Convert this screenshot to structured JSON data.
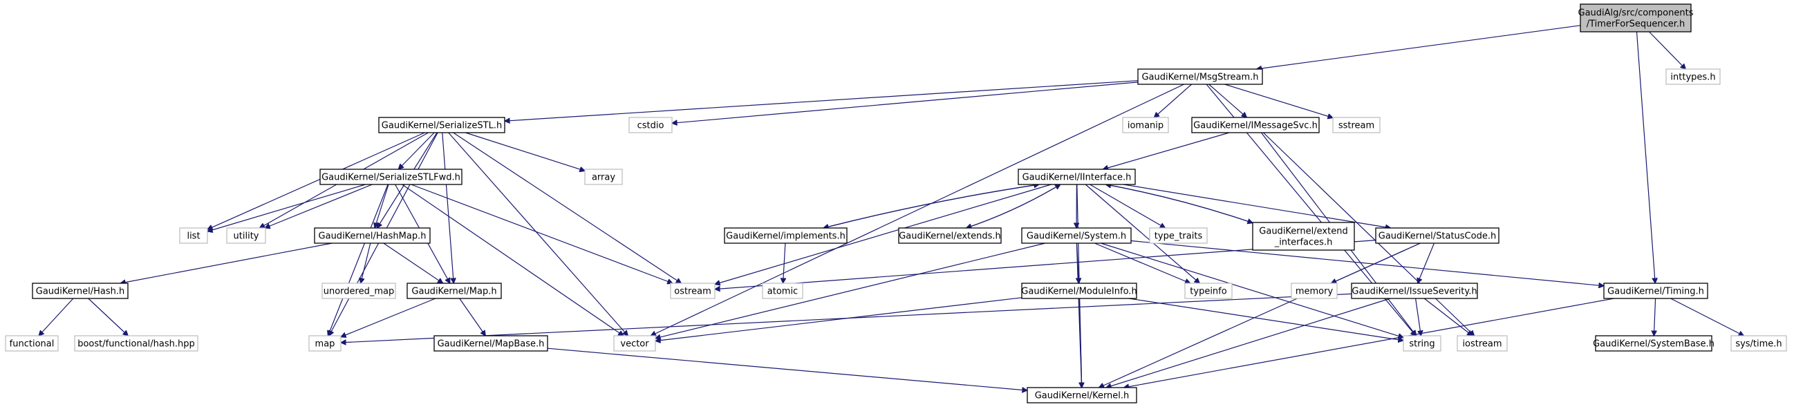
{
  "diagram": {
    "colors": {
      "root_fill": "#bfbfbf",
      "root_stroke": "#000000",
      "project_fill": "#ffffff",
      "project_stroke": "#000000",
      "system_fill": "#ffffff",
      "system_stroke": "#bfbfbf",
      "edge": "#191970"
    },
    "nodes": [
      {
        "id": "root",
        "kind": "root",
        "lines": [
          "GaudiAlg/src/components",
          "/TimerForSequencer.h"
        ]
      },
      {
        "id": "msgstream",
        "kind": "project",
        "lines": [
          "GaudiKernel/MsgStream.h"
        ]
      },
      {
        "id": "inttypes",
        "kind": "system",
        "lines": [
          "inttypes.h"
        ]
      },
      {
        "id": "serializestl",
        "kind": "project",
        "lines": [
          "GaudiKernel/SerializeSTL.h"
        ]
      },
      {
        "id": "cstdio",
        "kind": "system",
        "lines": [
          "cstdio"
        ]
      },
      {
        "id": "iomanip",
        "kind": "system",
        "lines": [
          "iomanip"
        ]
      },
      {
        "id": "imessagesvc",
        "kind": "project",
        "lines": [
          "GaudiKernel/IMessageSvc.h"
        ]
      },
      {
        "id": "sstream",
        "kind": "system",
        "lines": [
          "sstream"
        ]
      },
      {
        "id": "array",
        "kind": "system",
        "lines": [
          "array"
        ]
      },
      {
        "id": "serializestlfwd",
        "kind": "project",
        "lines": [
          "GaudiKernel/SerializeSTLFwd.h"
        ]
      },
      {
        "id": "iinterface",
        "kind": "project",
        "lines": [
          "GaudiKernel/IInterface.h"
        ]
      },
      {
        "id": "list",
        "kind": "system",
        "lines": [
          "list"
        ]
      },
      {
        "id": "utility",
        "kind": "system",
        "lines": [
          "utility"
        ]
      },
      {
        "id": "hashmap",
        "kind": "project",
        "lines": [
          "GaudiKernel/HashMap.h"
        ]
      },
      {
        "id": "implements",
        "kind": "project",
        "lines": [
          "GaudiKernel/implements.h"
        ]
      },
      {
        "id": "extends",
        "kind": "project",
        "lines": [
          "GaudiKernel/extends.h"
        ]
      },
      {
        "id": "system",
        "kind": "project",
        "lines": [
          "GaudiKernel/System.h"
        ]
      },
      {
        "id": "typetraits",
        "kind": "system",
        "lines": [
          "type_traits"
        ]
      },
      {
        "id": "extendinterfaces",
        "kind": "project",
        "lines": [
          "GaudiKernel/extend",
          "_interfaces.h"
        ]
      },
      {
        "id": "statuscode",
        "kind": "project",
        "lines": [
          "GaudiKernel/StatusCode.h"
        ]
      },
      {
        "id": "hash",
        "kind": "project",
        "lines": [
          "GaudiKernel/Hash.h"
        ]
      },
      {
        "id": "unorderedmap",
        "kind": "system",
        "lines": [
          "unordered_map"
        ]
      },
      {
        "id": "mapheader",
        "kind": "project",
        "lines": [
          "GaudiKernel/Map.h"
        ]
      },
      {
        "id": "ostream",
        "kind": "system",
        "lines": [
          "ostream"
        ]
      },
      {
        "id": "atomic",
        "kind": "system",
        "lines": [
          "atomic"
        ]
      },
      {
        "id": "moduleinfo",
        "kind": "project",
        "lines": [
          "GaudiKernel/ModuleInfo.h"
        ]
      },
      {
        "id": "typeinfo",
        "kind": "system",
        "lines": [
          "typeinfo"
        ]
      },
      {
        "id": "memory",
        "kind": "system",
        "lines": [
          "memory"
        ]
      },
      {
        "id": "issueseverity",
        "kind": "project",
        "lines": [
          "GaudiKernel/IssueSeverity.h"
        ]
      },
      {
        "id": "timing",
        "kind": "project",
        "lines": [
          "GaudiKernel/Timing.h"
        ]
      },
      {
        "id": "functional",
        "kind": "system",
        "lines": [
          "functional"
        ]
      },
      {
        "id": "boosthash",
        "kind": "system",
        "lines": [
          "boost/functional/hash.hpp"
        ]
      },
      {
        "id": "map",
        "kind": "system",
        "lines": [
          "map"
        ]
      },
      {
        "id": "vector",
        "kind": "system",
        "lines": [
          "vector"
        ]
      },
      {
        "id": "mapbase",
        "kind": "project",
        "lines": [
          "GaudiKernel/MapBase.h"
        ]
      },
      {
        "id": "string",
        "kind": "system",
        "lines": [
          "string"
        ]
      },
      {
        "id": "iostream",
        "kind": "system",
        "lines": [
          "iostream"
        ]
      },
      {
        "id": "systembase",
        "kind": "project",
        "lines": [
          "GaudiKernel/SystemBase.h"
        ]
      },
      {
        "id": "systime",
        "kind": "system",
        "lines": [
          "sys/time.h"
        ]
      },
      {
        "id": "kernel",
        "kind": "project",
        "lines": [
          "GaudiKernel/Kernel.h"
        ]
      }
    ],
    "edges": [
      [
        "root",
        "msgstream"
      ],
      [
        "root",
        "inttypes"
      ],
      [
        "root",
        "timing"
      ],
      [
        "msgstream",
        "serializestl"
      ],
      [
        "msgstream",
        "cstdio"
      ],
      [
        "msgstream",
        "iomanip"
      ],
      [
        "msgstream",
        "imessagesvc"
      ],
      [
        "msgstream",
        "sstream"
      ],
      [
        "msgstream",
        "vector"
      ],
      [
        "msgstream",
        "string"
      ],
      [
        "serializestl",
        "array"
      ],
      [
        "serializestl",
        "serializestlfwd"
      ],
      [
        "serializestl",
        "list"
      ],
      [
        "serializestl",
        "utility"
      ],
      [
        "serializestl",
        "hashmap"
      ],
      [
        "serializestl",
        "mapheader"
      ],
      [
        "serializestl",
        "ostream"
      ],
      [
        "serializestl",
        "map"
      ],
      [
        "serializestl",
        "vector"
      ],
      [
        "serializestlfwd",
        "list"
      ],
      [
        "serializestlfwd",
        "utility"
      ],
      [
        "serializestlfwd",
        "hashmap"
      ],
      [
        "serializestlfwd",
        "mapheader"
      ],
      [
        "serializestlfwd",
        "map"
      ],
      [
        "serializestlfwd",
        "vector"
      ],
      [
        "serializestlfwd",
        "ostream"
      ],
      [
        "hashmap",
        "hash"
      ],
      [
        "hashmap",
        "unorderedmap"
      ],
      [
        "hashmap",
        "mapheader"
      ],
      [
        "hash",
        "functional"
      ],
      [
        "hash",
        "boosthash"
      ],
      [
        "mapheader",
        "map"
      ],
      [
        "mapheader",
        "mapbase"
      ],
      [
        "mapbase",
        "kernel"
      ],
      [
        "imessagesvc",
        "iinterface"
      ],
      [
        "imessagesvc",
        "string"
      ],
      [
        "imessagesvc",
        "iostream"
      ],
      [
        "iinterface",
        "implements"
      ],
      [
        "iinterface",
        "extends"
      ],
      [
        "iinterface",
        "system"
      ],
      [
        "iinterface",
        "typetraits"
      ],
      [
        "iinterface",
        "extendinterfaces"
      ],
      [
        "iinterface",
        "statuscode"
      ],
      [
        "iinterface",
        "ostream"
      ],
      [
        "iinterface",
        "typeinfo"
      ],
      [
        "iinterface",
        "kernel"
      ],
      [
        "implements",
        "iinterface"
      ],
      [
        "implements",
        "atomic"
      ],
      [
        "extends",
        "iinterface"
      ],
      [
        "extendinterfaces",
        "iinterface"
      ],
      [
        "system",
        "moduleinfo"
      ],
      [
        "system",
        "typeinfo"
      ],
      [
        "system",
        "vector"
      ],
      [
        "system",
        "string"
      ],
      [
        "system",
        "kernel"
      ],
      [
        "system",
        "timing"
      ],
      [
        "moduleinfo",
        "vector"
      ],
      [
        "moduleinfo",
        "string"
      ],
      [
        "moduleinfo",
        "kernel"
      ],
      [
        "statuscode",
        "ostream"
      ],
      [
        "statuscode",
        "memory"
      ],
      [
        "statuscode",
        "issueseverity"
      ],
      [
        "statuscode",
        "kernel"
      ],
      [
        "issueseverity",
        "map"
      ],
      [
        "issueseverity",
        "string"
      ],
      [
        "issueseverity",
        "iostream"
      ],
      [
        "issueseverity",
        "kernel"
      ],
      [
        "timing",
        "systembase"
      ],
      [
        "timing",
        "systime"
      ],
      [
        "timing",
        "kernel"
      ]
    ]
  }
}
